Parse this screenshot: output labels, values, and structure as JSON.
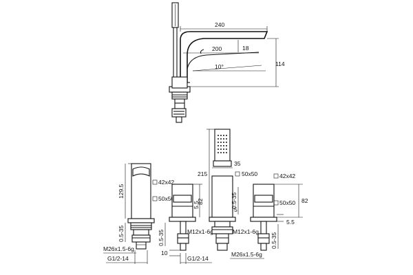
{
  "top": {
    "d240": "240",
    "d200": "200",
    "d18": "18",
    "angle": "10°",
    "d114": "114"
  },
  "bottom": {
    "spout": {
      "h": "129.5",
      "sq": "42x42",
      "base": "50x50",
      "range": "0.5-35",
      "thread": "M26x1.5-6g",
      "conn": "G1/2-14"
    },
    "valve1": {
      "h": "82",
      "off": "5.5",
      "range": "0.5-35",
      "thread": "M12x1-6g",
      "d10": "10",
      "conn": "G1/2-14"
    },
    "shower": {
      "h": "215",
      "d35": "35",
      "base": "50x50",
      "range": "0.5-35",
      "off": "5",
      "thread": "M12x1-6g"
    },
    "valve2": {
      "sq": "42x42",
      "base": "50x50",
      "h": "82",
      "off": "5.5",
      "range": "0.5-35",
      "thread": "M26x1.5-6g"
    }
  }
}
